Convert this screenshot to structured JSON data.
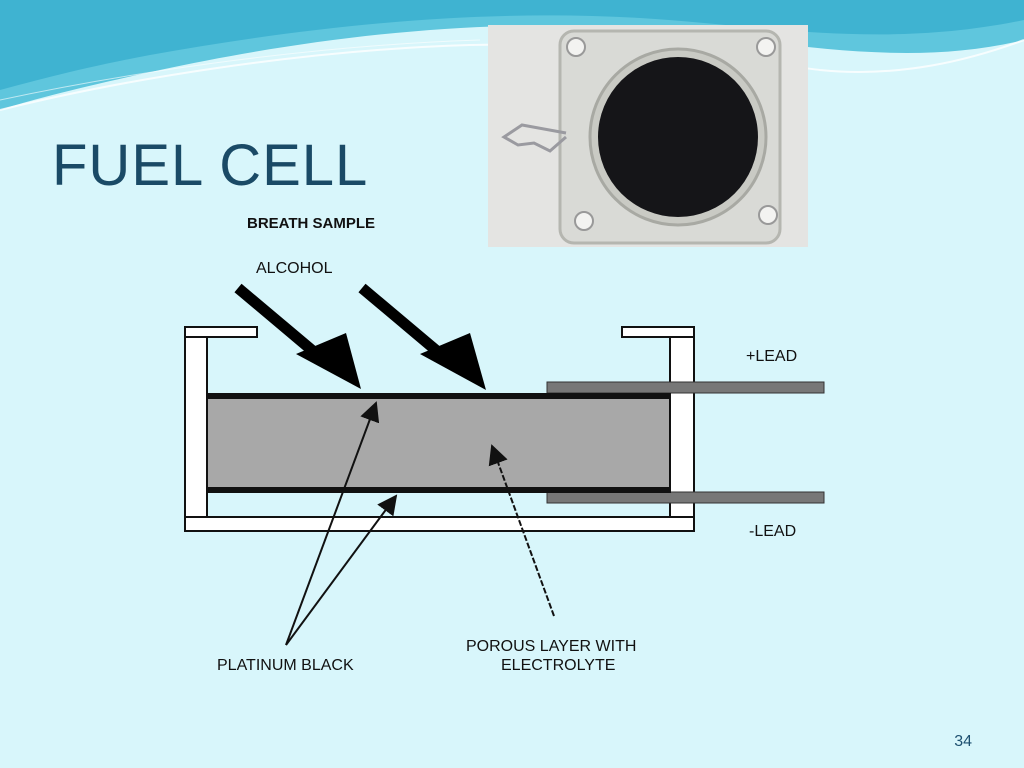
{
  "slide": {
    "title": "FUEL CELL",
    "page_number": "34"
  },
  "diagram": {
    "labels": {
      "breath_sample": "BREATH SAMPLE",
      "alcohol": "ALCOHOL",
      "plus_lead": "+LEAD",
      "minus_lead": "-LEAD",
      "porous_layer_line1": "POROUS LAYER WITH",
      "porous_layer_line2": "ELECTROLYTE",
      "platinum_black": "PLATINUM BLACK"
    }
  },
  "colors": {
    "background": "#d8f6fb",
    "title": "#1a4a66",
    "electrolyte_fill": "#a8a8a8",
    "lead_fill": "#777777"
  }
}
